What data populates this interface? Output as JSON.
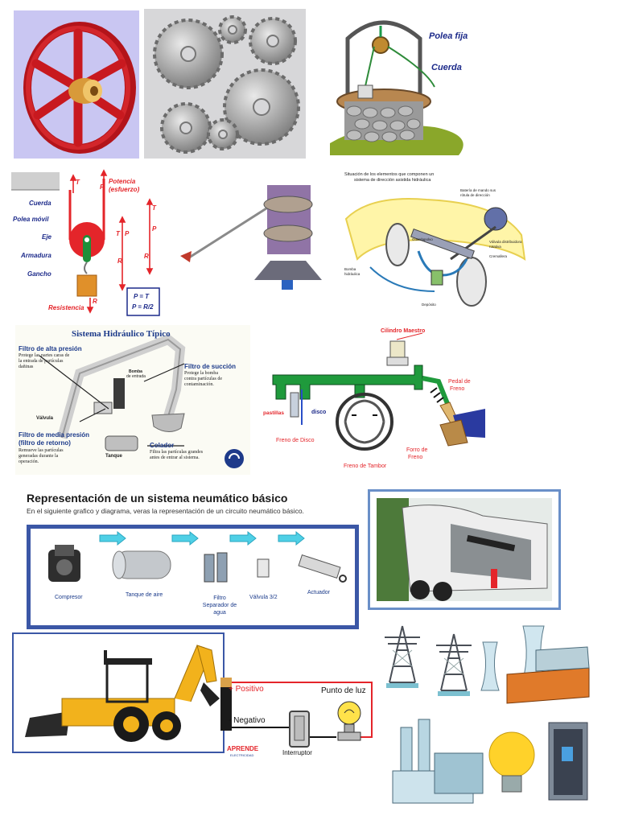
{
  "well": {
    "polea_fija": "Polea fija",
    "cuerda": "Cuerda"
  },
  "pulley_diagram": {
    "cuerda": "Cuerda",
    "polea_movil": "Polea móvil",
    "eje": "Eje",
    "armadura": "Armadura",
    "gancho": "Gancho",
    "resistencia": "Resistencia",
    "potencia": "Potencia",
    "esfuerzo": "(esfuerzo)",
    "T": "T",
    "P": "P",
    "R": "R",
    "eq1": "P = T",
    "eq2": "P = R/2"
  },
  "steering": {
    "title1": "Situación de los elementos que componen un",
    "title2": "sistema de dirección asistida hidráulica",
    "labels": [
      "Batería de mando sus",
      "rótula de dirección",
      "Guardapolvo",
      "Válvula distribuidora",
      "rotativa",
      "Cremallera",
      "Bomba",
      "hidráulica",
      "Depósito"
    ]
  },
  "hydraulic": {
    "title": "Sistema Hidráulico Típico",
    "filtro_alta": "Filtro de alta presión",
    "filtro_alta_desc": [
      "Protege las partes caras de",
      "la entrada de partículas",
      "dañinas"
    ],
    "bomba": [
      "Bomba",
      "de entrada"
    ],
    "filtro_succion": "Filtro de succión",
    "filtro_succion_desc": [
      "Protege la bomba",
      "contra partículas de",
      "contaminación."
    ],
    "valvula": "Válvula",
    "filtro_media": [
      "Filtro de media presión",
      "(filtro de retorno)"
    ],
    "filtro_media_desc": [
      "Remueve las partículas",
      "generadas durante la",
      "operación."
    ],
    "colador": "Colador",
    "colador_desc": [
      "Filtra las partículas grandes",
      "antes de entrar al sistema."
    ],
    "tanque": "Tanque"
  },
  "brake": {
    "cilindro": "Cilindro Maestro",
    "pedal": [
      "Pedal de",
      "Freno"
    ],
    "pastillas": "pastillas",
    "disco": "disco",
    "freno_disco": "Freno de Disco",
    "forro": [
      "Forro de",
      "Freno"
    ],
    "freno_tambor": "Freno de Tambor"
  },
  "pneumatic": {
    "title": "Representación de un sistema neumático básico",
    "subtitle": "En el siguiente grafico y diagrama, veras la representación de un circuito neumático básico.",
    "components": [
      {
        "label": "Compresor"
      },
      {
        "label": "Tanque de aire"
      },
      {
        "label": "Filtro Separador de agua"
      },
      {
        "label": "Válvula 3/2"
      },
      {
        "label": "Actuador"
      }
    ]
  },
  "circuit": {
    "positivo": "+ Positivo",
    "negativo": "- Negativo",
    "punto_luz": "Punto de luz",
    "interruptor": "Interruptor",
    "logo": [
      "APRENDE",
      "ELECTRICIDAD"
    ]
  },
  "colors": {
    "red": "#e4252a",
    "blue_frame": "#3b57a6",
    "green_pipe": "#1f9a3c",
    "gear": "#8e8e8e"
  }
}
